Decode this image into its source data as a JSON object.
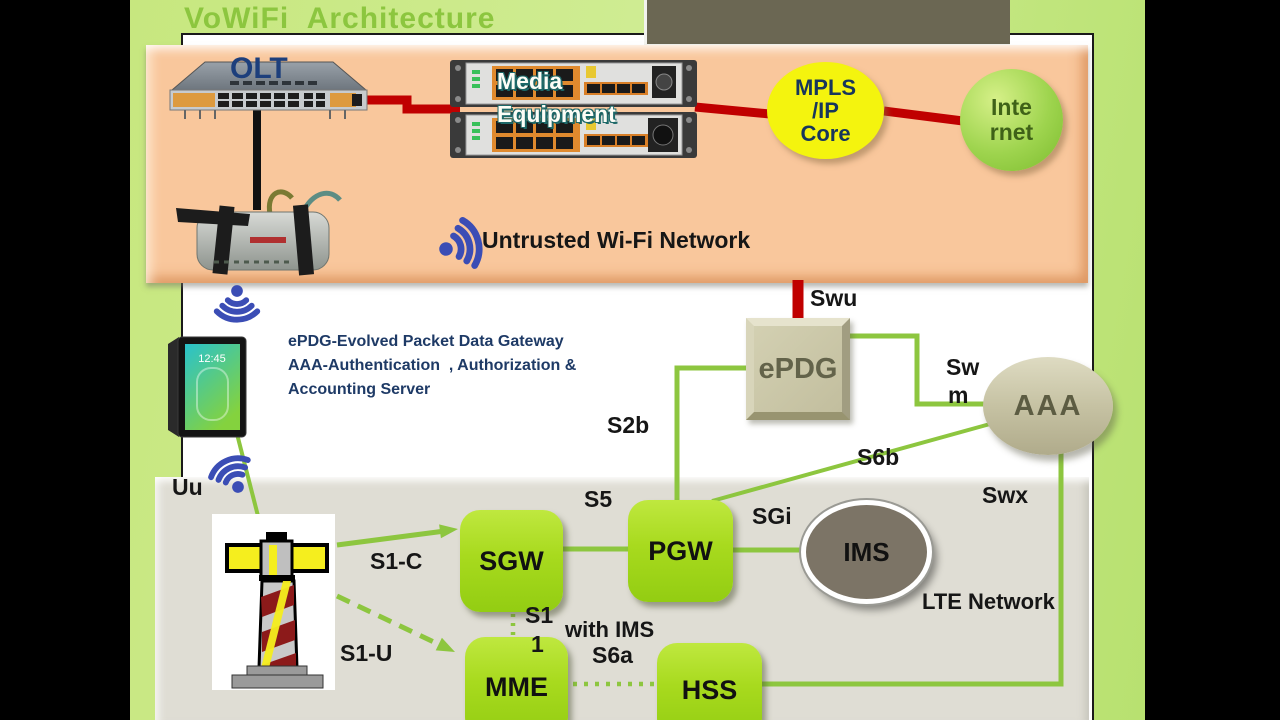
{
  "slide": {
    "title": "VoWiFi  Architecture"
  },
  "wifi_panel": {
    "olt": "OLT",
    "media_equipment": [
      "Media",
      "Equipment"
    ],
    "mpls_core": [
      "MPLS",
      "/IP",
      "Core"
    ],
    "internet": [
      "Inte",
      "rnet"
    ],
    "caption": "Untrusted Wi-Fi Network"
  },
  "notes": {
    "line1": "ePDG-Evolved Packet Data Gateway",
    "line2": "AAA-Authentication  , Authorization &",
    "line3": "Accounting Server"
  },
  "nodes": {
    "epdg": "ePDG",
    "aaa": "AAA",
    "sgw": "SGW",
    "pgw": "PGW",
    "mme": "MME",
    "hss": "HSS",
    "ims": "IMS"
  },
  "interfaces": {
    "swu": "Swu",
    "sw": "Sw",
    "m": "m",
    "s2b": "S2b",
    "s6b": "S6b",
    "swx": "Swx",
    "s5": "S5",
    "sgi": "SGi",
    "s1c": "S1-C",
    "s1u": "S1-U",
    "s1": "S1",
    "s1_second": "1",
    "with_ims": "with IMS",
    "s6a": "S6a",
    "uu": "Uu"
  },
  "lte_caption": "LTE Network",
  "phone": {
    "time": "12:45"
  },
  "colors": {
    "accent_green": "#8dc63f",
    "node_green": "#a6d81c",
    "line_red": "#c00000",
    "panel_orange": "#f9c79c",
    "panel_gray": "#dfddd4",
    "wifi_blue": "#3b4db5",
    "navy_text": "#1e3a66",
    "title_green": "#8cc63f"
  }
}
